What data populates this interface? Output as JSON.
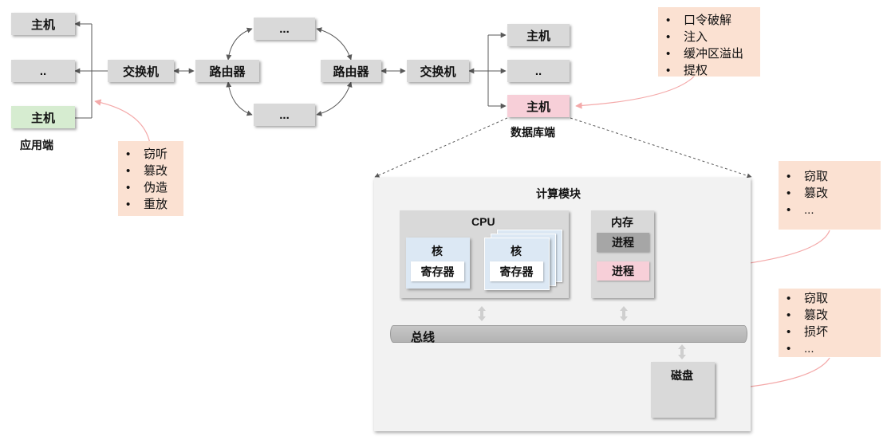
{
  "network": {
    "left_hosts": [
      "主机",
      "..",
      "主机"
    ],
    "app_label": "应用端",
    "switch_left": "交换机",
    "router_left": "路由器",
    "router_right": "路由器",
    "switch_right": "交换机",
    "mid_top": "...",
    "mid_bottom": "...",
    "right_hosts": [
      "主机",
      "..",
      "主机"
    ],
    "db_label": "数据库端"
  },
  "notes": {
    "db_attacks": [
      "口令破解",
      "注入",
      "缓冲区溢出",
      "提权"
    ],
    "network_attacks": [
      "窃听",
      "篡改",
      "伪造",
      "重放"
    ],
    "memory_attacks": [
      "窃取",
      "篡改",
      "..."
    ],
    "disk_attacks": [
      "窃取",
      "篡改",
      "损坏",
      "..."
    ]
  },
  "compute": {
    "title": "计算模块",
    "cpu_title": "CPU",
    "core_label": "核",
    "register_label": "寄存器",
    "memory_title": "内存",
    "process_label": "进程",
    "bus_label": "总线",
    "disk_label": "磁盘"
  },
  "colors": {
    "app_host": "#d6ecd0",
    "db_host": "#f7cfd8",
    "note_bg": "#fbe1d2",
    "core_bg": "#dce8f4",
    "compute_bg": "#f2f2f2",
    "pink_arrow": "#f4a9a9"
  }
}
